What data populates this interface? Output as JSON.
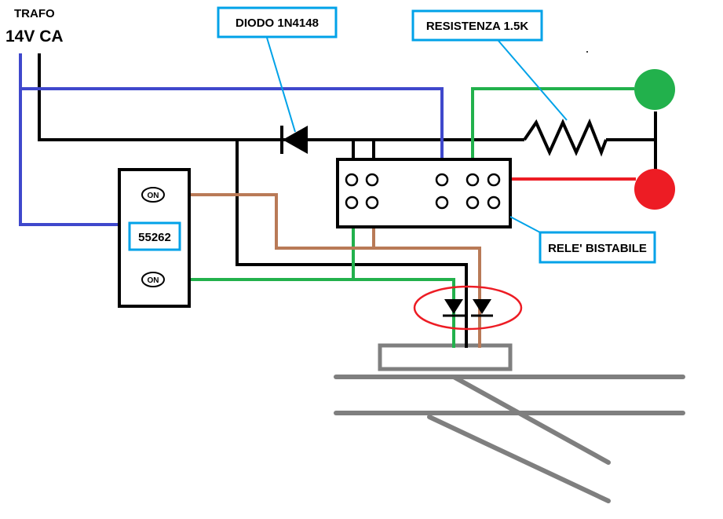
{
  "labels": {
    "trafo": "TRAFO",
    "voltage": "14V CA",
    "diode": "DIODO 1N4148",
    "resistor": "RESISTENZA 1.5K",
    "relay": "RELE' BISTABILE",
    "switch_code": "55262",
    "on_top": "ON",
    "on_bottom": "ON"
  },
  "colors": {
    "wire_black": "#000000",
    "wire_blue": "#3f48cc",
    "wire_green": "#22b14c",
    "wire_brown": "#b97a57",
    "wire_red": "#ed1c24",
    "callout_border": "#00a2e8",
    "lamp_green": "#22b14c",
    "lamp_red": "#ed1c24",
    "track": "#7f7f7f",
    "ellipse": "#ed1c24"
  }
}
